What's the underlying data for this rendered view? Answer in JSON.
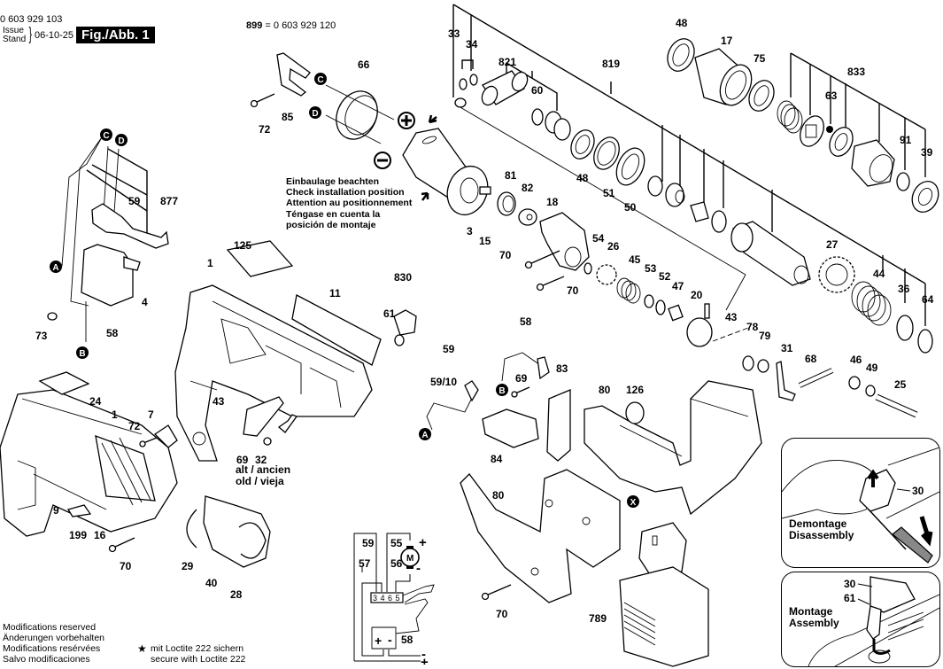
{
  "header": {
    "part_number": "0 603 929 103",
    "issue_label_1": "Issue",
    "issue_label_2": "Stand",
    "issue_date": "06-10-25",
    "figure_label": "Fig./Abb. 1",
    "kit_ref_key": "899",
    "kit_ref_value": " = 0 603 929 120"
  },
  "installation_note": [
    "Einbaulage beachten",
    "Check installation position",
    "Attention au positionnement",
    "Téngase en cuenta la",
    "posición de montaje"
  ],
  "old_part_note": [
    "alt / ancien",
    "old / vieja"
  ],
  "footer": {
    "modifications": [
      "Modifications reserved",
      "Änderungen vorbehalten",
      "Modifications resérvées",
      "Salvo modificaciones"
    ],
    "loctite_symbol": "★",
    "loctite": [
      "mit Loctite 222 sichern",
      "secure with Loctite 222"
    ]
  },
  "connectors": [
    "A",
    "B",
    "C",
    "D",
    "X"
  ],
  "polarity": {
    "plus": "+",
    "minus": "−"
  },
  "part_labels": [
    "33",
    "34",
    "821",
    "60",
    "819",
    "48",
    "17",
    "75",
    "833",
    "63",
    "91",
    "39",
    "66",
    "85",
    "72",
    "3",
    "15",
    "81",
    "82",
    "18",
    "48",
    "51",
    "50",
    "27",
    "44",
    "36",
    "64",
    "54",
    "26",
    "45",
    "53",
    "52",
    "47",
    "20",
    "43",
    "78",
    "79",
    "31",
    "68",
    "46",
    "49",
    "25",
    "70",
    "70",
    "877",
    "59",
    "4",
    "73",
    "58",
    "125",
    "1",
    "11",
    "830",
    "61",
    "58",
    "59",
    "59/10",
    "69",
    "83",
    "84",
    "80",
    "126",
    "24",
    "1",
    "7",
    "72",
    "43",
    "69",
    "32",
    "9",
    "199",
    "16",
    "70",
    "29",
    "40",
    "28",
    "80",
    "70",
    "789"
  ],
  "wiring_diagram": {
    "wires": [
      "59",
      "55",
      "57",
      "56",
      "58"
    ],
    "motor": "M",
    "terminals": "3 4 6 5",
    "switch_plus": "+",
    "switch_minus": "-",
    "supply_plus": "+",
    "supply_minus": "-",
    "motor_plus": "+",
    "motor_minus": "-"
  },
  "insets": {
    "disassembly": {
      "title": [
        "Demontage",
        "Disassembly"
      ],
      "part": "30"
    },
    "assembly": {
      "title": [
        "Montage",
        "Assembly"
      ],
      "parts": [
        "30",
        "61"
      ]
    }
  }
}
